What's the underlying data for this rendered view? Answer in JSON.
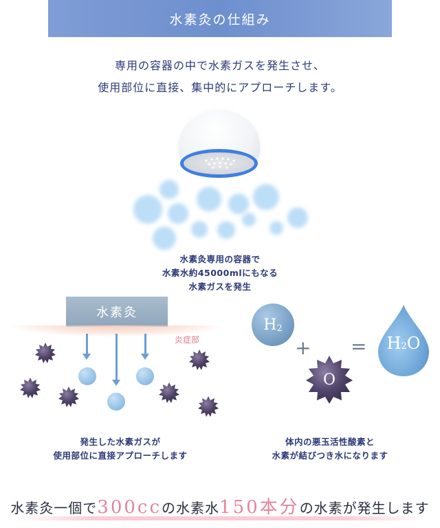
{
  "header": {
    "title": "水素灸の仕組み"
  },
  "intro": {
    "line1": "専用の容器の中で水素ガスを発生させ、",
    "line2": "使用部位に直接、集中的にアプローチします。"
  },
  "device_caption": {
    "line1": "水素灸専用の容器で",
    "line2": "水素水約45000mlにもなる",
    "line3": "水素ガスを発生"
  },
  "left_diagram": {
    "plate_label": "水素灸",
    "inflammation_label": "炎症部",
    "caption_line1": "発生した水素ガスが",
    "caption_line2": "使用部位に直接アプローチします"
  },
  "right_diagram": {
    "h2_label_main": "H",
    "h2_label_sub": "2",
    "plus": "+",
    "o_label": "O",
    "equals": "=",
    "h2o_label_main": "H",
    "h2o_label_sub": "2",
    "h2o_label_end": "O",
    "caption_line1": "体内の悪玉活性酸素と",
    "caption_line2": "水素が結びつき水になります"
  },
  "bottom": {
    "part1": "水素灸一個で",
    "highlight1": "300cc",
    "part2": "の水素水",
    "highlight2": "150本分",
    "part3": "の水素が発生します"
  },
  "colors": {
    "ribbon": "#7f9dd6",
    "text_navy": "#2d3a78",
    "device_ring": "#3e7fe0",
    "highlight_pink": "#e5849c",
    "radical_purple": "#4a3f5c"
  }
}
